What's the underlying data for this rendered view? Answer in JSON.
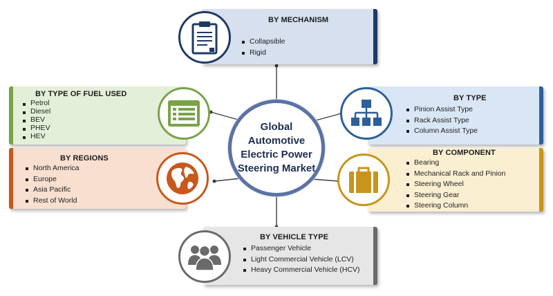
{
  "center": {
    "title": "Global Automotive Electric Power Steering Market"
  },
  "mechanism": {
    "title": "BY MECHANISM",
    "items": [
      "Collapsible",
      "Rigid"
    ],
    "color": "#d6e0ef",
    "accent": "#1f3a64",
    "icon": "clipboard-icon"
  },
  "fuel": {
    "title": "BY TYPE OF FUEL USED",
    "items": [
      "Petrol",
      "Diesel",
      "BEV",
      "PHEV",
      "HEV"
    ],
    "color": "#e4efd9",
    "accent": "#7aa24a",
    "icon": "list-window-icon"
  },
  "type": {
    "title": "BY TYPE",
    "items": [
      "Pinion Assist Type",
      "Rack Assist Type",
      "Column Assist Type"
    ],
    "color": "#d9e6f5",
    "accent": "#2d5f9a",
    "icon": "org-chart-icon"
  },
  "regions": {
    "title": "BY REGIONS",
    "items": [
      "North America",
      "Europe",
      "Asia Pacific",
      "Rest of World"
    ],
    "color": "#f8dfd0",
    "accent": "#c8581b",
    "icon": "globe-icon"
  },
  "component": {
    "title": "BY COMPONENT",
    "items": [
      "Bearing",
      "Mechanical Rack and Pinion",
      "Steering Wheel",
      "Steering Gear",
      "Steering Column"
    ],
    "color": "#fbefd2",
    "accent": "#c8941b",
    "icon": "briefcase-icon"
  },
  "vehicle": {
    "title": "BY VEHICLE TYPE",
    "items": [
      "Passenger Vehicle",
      "Light Commercial Vehicle (LCV)",
      "Heavy Commercial Vehicle (HCV)"
    ],
    "color": "#e6e6e6",
    "accent": "#6a6a6a",
    "icon": "people-icon"
  }
}
